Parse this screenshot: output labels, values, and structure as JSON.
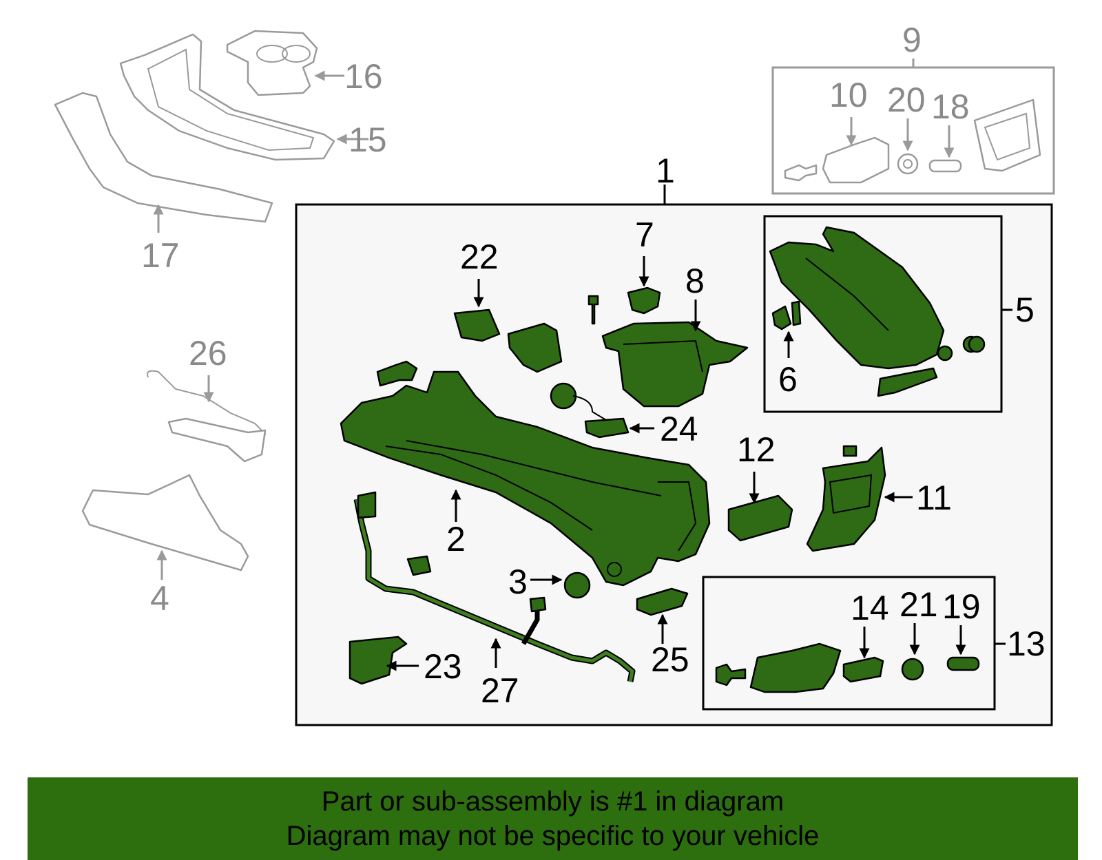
{
  "callouts": {
    "c1": "1",
    "c2": "2",
    "c3": "3",
    "c4": "4",
    "c5": "5",
    "c6": "6",
    "c7": "7",
    "c8": "8",
    "c9": "9",
    "c10": "10",
    "c11": "11",
    "c12": "12",
    "c13": "13",
    "c14": "14",
    "c15": "15",
    "c16": "16",
    "c17": "17",
    "c18": "18",
    "c19": "19",
    "c20": "20",
    "c21": "21",
    "c22": "22",
    "c23": "23",
    "c24": "24",
    "c25": "25",
    "c26": "26",
    "c27": "27"
  },
  "banner": {
    "line1": "Part or sub-assembly is #1 in diagram",
    "line2": "Diagram may not be specific to your vehicle"
  },
  "colors": {
    "highlight_green": "#2f6b14",
    "banner_green": "#2d6e0e",
    "unhighlighted_gray": "#9a9a9a",
    "panel_background": "#f7f7f7"
  }
}
